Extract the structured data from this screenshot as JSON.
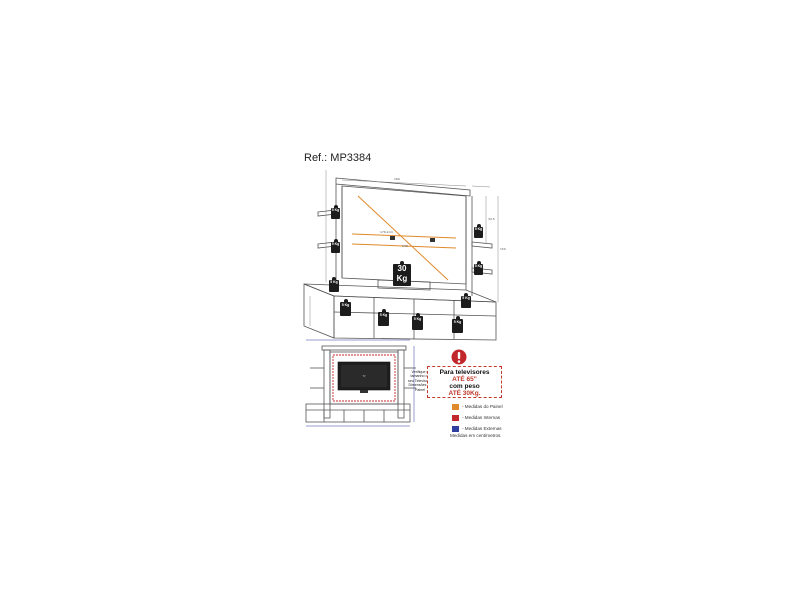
{
  "reference": "Ref.: MP3384",
  "weights": {
    "shelf_upper_left": "5 Kg",
    "shelf_mid_left": "5 Kg",
    "shelf_upper_right": "5 Kg",
    "shelf_mid_right": "5 Kg",
    "panel_center_top": "30",
    "panel_center_bottom": "Kg",
    "rack_left": "5 Kg",
    "rack_right": "5 Kg",
    "drawer_1": "5 Kg",
    "drawer_2": "5 Kg",
    "drawer_3": "5 Kg",
    "drawer_4": "5 Kg"
  },
  "warning": {
    "icon": "exclamation-icon",
    "note": "Verifique o tamanho do seu Televisor e Dimensões do Painel",
    "line1": "Para televisores",
    "line2": "ATÉ 65\"",
    "line3": "com peso",
    "line4": "ATÉ 30Kg."
  },
  "legend": {
    "items": [
      {
        "label": "- Medidas do Painel",
        "color": "#e08a2c"
      },
      {
        "label": "- Medidas Internas",
        "color": "#c0282c"
      },
      {
        "label": "- Medidas Externas",
        "color": "#2f3fa0"
      }
    ],
    "footnote": "Medidas em centímetros."
  },
  "colors": {
    "line": "#444444",
    "panel_dim": "#e08a2c",
    "internal_dim": "#c0282c",
    "external_dim": "#2f3fa0",
    "weight_tag": "#1c1c1c"
  }
}
